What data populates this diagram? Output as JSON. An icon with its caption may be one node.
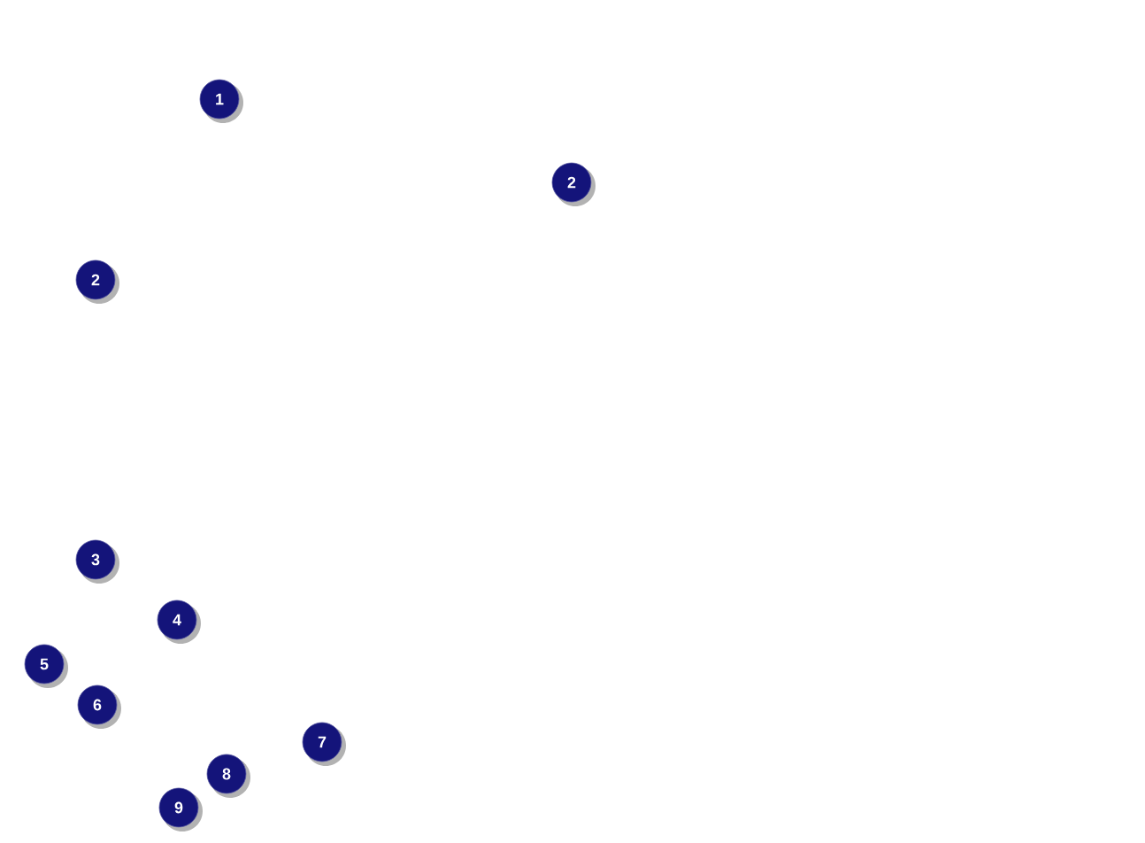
{
  "diagram": {
    "labels": [
      "1",
      "2",
      "2",
      "3",
      "4",
      "5",
      "6",
      "7",
      "8",
      "9"
    ]
  }
}
